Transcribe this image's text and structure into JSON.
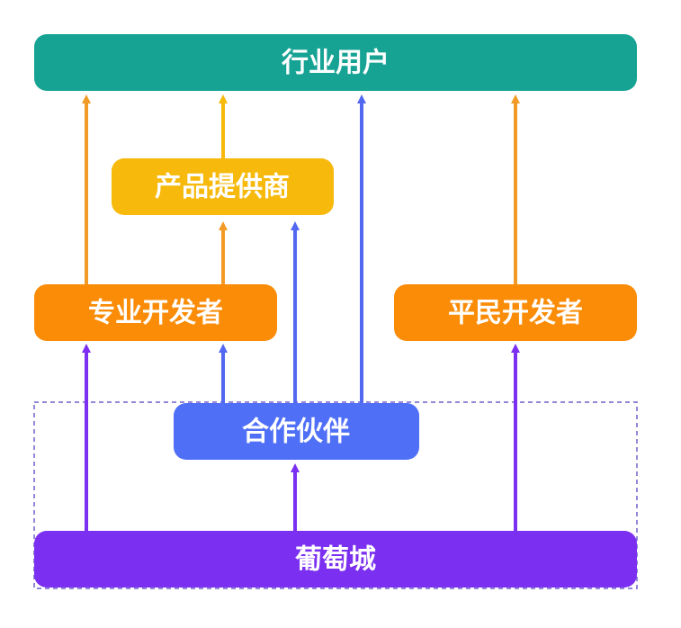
{
  "nodes": {
    "industry_users": {
      "label": "行业用户",
      "color": "#16a394"
    },
    "product_provider": {
      "label": "产品提供商",
      "color": "#f6b90c"
    },
    "pro_developer": {
      "label": "专业开发者",
      "color": "#fa8c07"
    },
    "civilian_developer": {
      "label": "平民开发者",
      "color": "#fa8c07"
    },
    "partner": {
      "label": "合作伙伴",
      "color": "#4f6ff7"
    },
    "putaocheng": {
      "label": "葡萄城",
      "color": "#7b2ff0"
    }
  },
  "edges": [
    {
      "from": "pro_developer",
      "to": "industry_users",
      "color": "#f29a26"
    },
    {
      "from": "product_provider",
      "to": "industry_users",
      "color": "#f6b90c"
    },
    {
      "from": "partner",
      "to": "industry_users",
      "color": "#5268f0"
    },
    {
      "from": "civilian_developer",
      "to": "industry_users",
      "color": "#f29a26"
    },
    {
      "from": "pro_developer",
      "to": "product_provider",
      "color": "#f29a26"
    },
    {
      "from": "partner",
      "to": "product_provider",
      "color": "#5268f0"
    },
    {
      "from": "partner",
      "to": "pro_developer",
      "color": "#5268f0"
    },
    {
      "from": "putaocheng",
      "to": "pro_developer",
      "color": "#7b2ff0"
    },
    {
      "from": "putaocheng",
      "to": "civilian_developer",
      "color": "#7b2ff0"
    },
    {
      "from": "putaocheng",
      "to": "partner",
      "color": "#7b2ff0"
    }
  ],
  "group": {
    "border_color": "#6d62c8"
  }
}
